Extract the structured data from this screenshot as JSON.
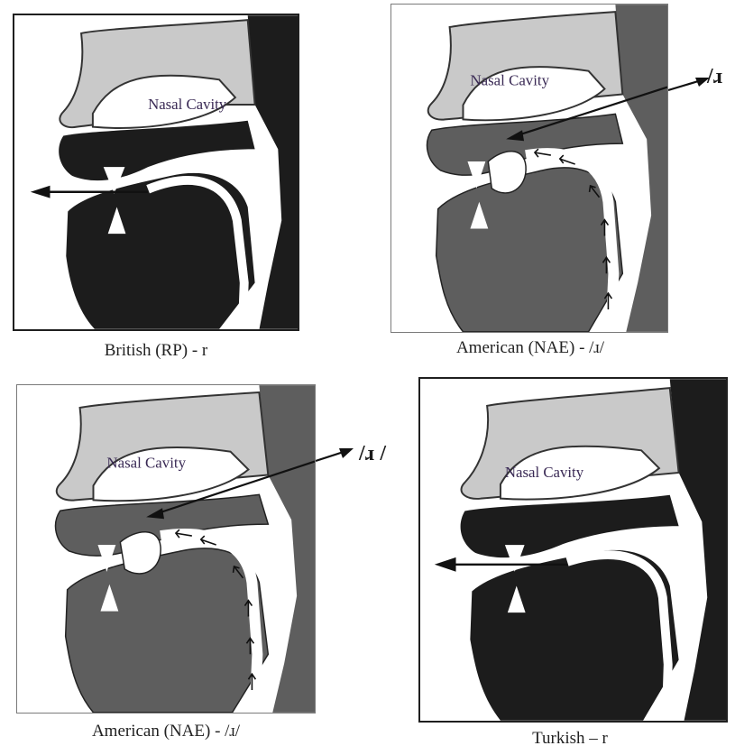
{
  "panels": [
    {
      "id": "british",
      "cavity_label": "Nasal Cavity",
      "caption": "British (RP) - r",
      "variant": "tap",
      "airflow": "oral-out"
    },
    {
      "id": "american-top",
      "cavity_label": "Nasal Cavity",
      "caption": "American (NAE) - /ɹ/",
      "symbol": "/ɹ",
      "variant": "retroflex",
      "airflow": "up-to-tongue-tip"
    },
    {
      "id": "american-bottom",
      "cavity_label": "Nasal Cavity",
      "caption": "American (NAE) - /ɹ/",
      "symbol": "/ɹ /",
      "variant": "retroflex",
      "airflow": "up-to-tongue-tip"
    },
    {
      "id": "turkish",
      "cavity_label": "Nasal Cavity",
      "caption": "Turkish – r",
      "variant": "tap",
      "airflow": "oral-out"
    }
  ],
  "colors": {
    "dark_tissue": "#1c1c1c",
    "light_tissue": "#c9c9c9",
    "mid_tissue": "#5e5e5e",
    "cavity_text": "#3a2a55",
    "arrow": "#111111"
  }
}
